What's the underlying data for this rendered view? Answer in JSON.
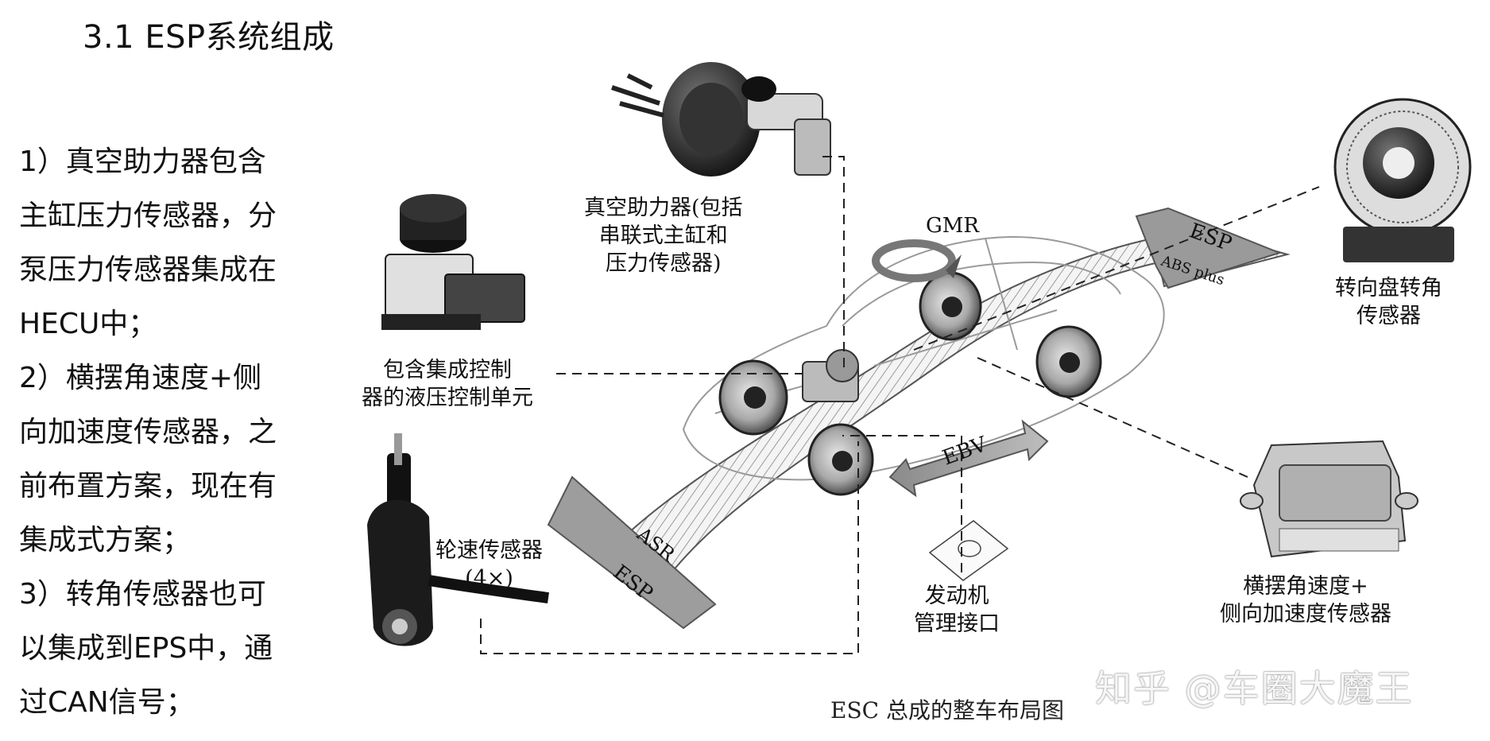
{
  "title": "3.1 ESP系统组成",
  "left_text": {
    "lines": [
      "1）真空助力器包含",
      "主缸压力传感器，分",
      "泵压力传感器集成在",
      "HECU中；",
      "2）横摆角速度+侧",
      "向加速度传感器，之",
      "前布置方案，现在有",
      "集成式方案；",
      "3）转角传感器也可",
      "以集成到EPS中，通",
      "过CAN信号；"
    ]
  },
  "diagram": {
    "labels": {
      "vacuum_booster": [
        "真空助力器(包括",
        "串联式主缸和",
        "压力传感器)"
      ],
      "hydraulic_unit": [
        "包含集成控制",
        "器的液压控制单元"
      ],
      "wheel_speed": [
        "轮速传感器",
        "(4×)"
      ],
      "engine_interface": [
        "发动机",
        "管理接口"
      ],
      "yaw_sensor": [
        "横摆角速度+",
        "侧向加速度传感器"
      ],
      "steering_sensor": [
        "转向盘转角",
        "传感器"
      ]
    },
    "arrow_labels": {
      "gmr": "GMR",
      "esp_top": "ESP",
      "abs_plus": "ABS plus",
      "ebv": "EBV",
      "asr": "ASR",
      "esp_bottom": "ESP"
    },
    "caption": "ESC 总成的整车布局图"
  },
  "watermark": "知乎 @车圈大魔王"
}
